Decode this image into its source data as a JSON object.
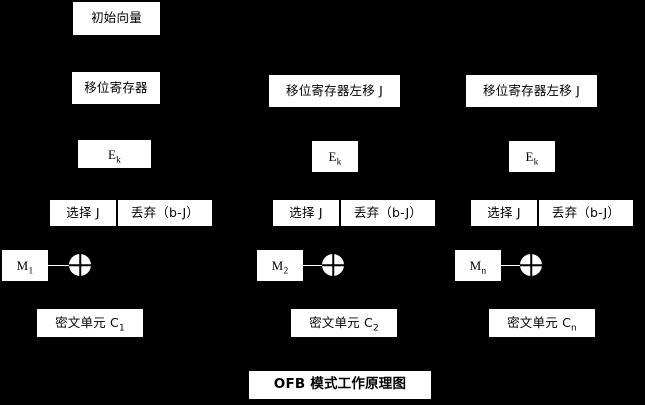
{
  "diagram": {
    "title": "OFB 模式工作原理图",
    "background_color": "#000000",
    "box_color": "#ffffff",
    "text_color": "#000000",
    "init_vector": "初始向量",
    "columns": [
      {
        "id": "stage-1",
        "shift_register": "移位寄存器",
        "encrypt": "E",
        "encrypt_sub": "k",
        "select": "选择 J",
        "discard": "丢弃（b-J）",
        "plaintext": "M",
        "plaintext_sub": "1",
        "xor": "xor-operator",
        "ciphertext": "密文单元 C",
        "ciphertext_sub": "1"
      },
      {
        "id": "stage-2",
        "shift_register": "移位寄存器左移 J",
        "encrypt": "E",
        "encrypt_sub": "k",
        "select": "选择 J",
        "discard": "丢弃（b-J）",
        "plaintext": "M",
        "plaintext_sub": "2",
        "xor": "xor-operator",
        "ciphertext": "密文单元 C",
        "ciphertext_sub": "2"
      },
      {
        "id": "stage-n",
        "shift_register": "移位寄存器左移 J",
        "encrypt": "E",
        "encrypt_sub": "k",
        "select": "选择 J",
        "discard": "丢弃（b-J）",
        "plaintext": "M",
        "plaintext_sub": "n",
        "xor": "xor-operator",
        "ciphertext": "密文单元 C",
        "ciphertext_sub": "n"
      }
    ]
  }
}
